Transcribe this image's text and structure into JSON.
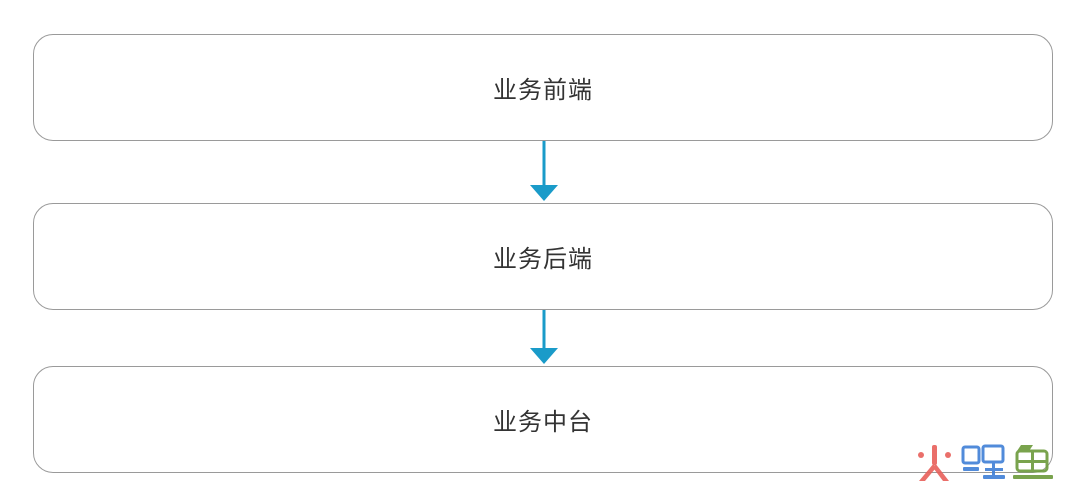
{
  "diagram": {
    "boxes": [
      {
        "label": "业务前端"
      },
      {
        "label": "业务后端"
      },
      {
        "label": "业务中台"
      }
    ],
    "colors": {
      "box_border": "#9a9a9a",
      "text": "#333333",
      "arrow": "#1a9bc9"
    }
  },
  "watermark": {
    "text": "火鲤鱼",
    "colors": [
      "#e8605a",
      "#3f7fd6",
      "#6b9a3a"
    ]
  }
}
